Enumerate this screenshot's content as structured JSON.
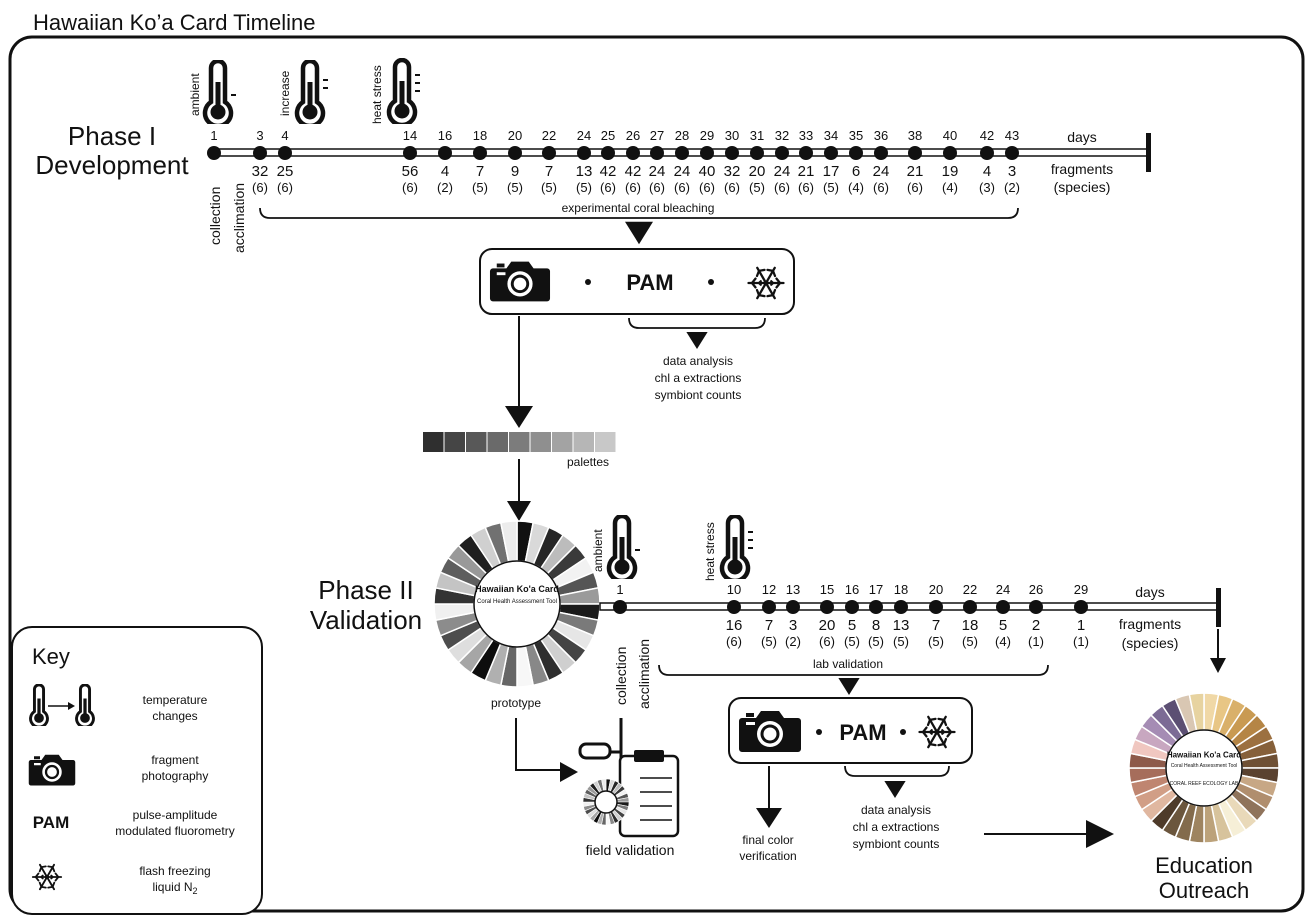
{
  "title": "Hawaiian Ko’a Card Timeline",
  "phase1": {
    "label_line1": "Phase I",
    "label_line2": "Development",
    "thermo_labels": [
      "ambient",
      "increase",
      "heat stress"
    ],
    "days_label": "days",
    "fragments_label": "fragments",
    "species_label": "(species)",
    "vertical_labels": [
      "collection",
      "acclimation"
    ],
    "days": [
      "1",
      "3",
      "4",
      "14",
      "16",
      "18",
      "20",
      "22",
      "24",
      "25",
      "26",
      "27",
      "28",
      "29",
      "30",
      "31",
      "32",
      "33",
      "34",
      "35",
      "36",
      "38",
      "40",
      "42",
      "43"
    ],
    "fragments": [
      "",
      "32",
      "25",
      "56",
      "4",
      "7",
      "9",
      "7",
      "13",
      "42",
      "42",
      "24",
      "24",
      "40",
      "32",
      "20",
      "24",
      "21",
      "17",
      "6",
      "24",
      "21",
      "19",
      "4",
      "3"
    ],
    "species": [
      "",
      "(6)",
      "(6)",
      "(6)",
      "(2)",
      "(5)",
      "(5)",
      "(5)",
      "(5)",
      "(6)",
      "(6)",
      "(6)",
      "(6)",
      "(6)",
      "(6)",
      "(5)",
      "(6)",
      "(6)",
      "(5)",
      "(4)",
      "(6)",
      "(6)",
      "(4)",
      "(3)",
      "(2)"
    ],
    "bracket_label": "experimental coral bleaching",
    "methods": {
      "pam": "PAM"
    },
    "analysis": [
      "data analysis",
      "chl a extractions",
      "symbiont counts"
    ],
    "palettes_label": "palettes",
    "palette_colors": [
      "#2f2f2f",
      "#454545",
      "#585858",
      "#6a6a6a",
      "#7c7c7c",
      "#8f8f8f",
      "#a3a3a3",
      "#b6b6b6",
      "#c8c8c8"
    ]
  },
  "phase2": {
    "label_line1": "Phase II",
    "label_line2": "Validation",
    "thermo_labels": [
      "ambient",
      "heat stress"
    ],
    "days_label": "days",
    "fragments_label": "fragments",
    "species_label": "(species)",
    "vertical_labels": [
      "collection",
      "acclimation"
    ],
    "days": [
      "1",
      "10",
      "12",
      "13",
      "15",
      "16",
      "17",
      "18",
      "20",
      "22",
      "24",
      "26",
      "29"
    ],
    "fragments": [
      "",
      "16",
      "7",
      "3",
      "20",
      "5",
      "8",
      "13",
      "7",
      "18",
      "5",
      "2",
      "1"
    ],
    "species": [
      "",
      "(6)",
      "(5)",
      "(2)",
      "(6)",
      "(5)",
      "(5)",
      "(5)",
      "(5)",
      "(5)",
      "(4)",
      "(1)",
      "(1)"
    ],
    "bracket_label": "lab validation",
    "methods": {
      "pam": "PAM"
    },
    "analysis": [
      "data analysis",
      "chl a extractions",
      "symbiont counts"
    ],
    "final_color": [
      "final color",
      "verification"
    ],
    "prototype_label": "prototype",
    "field_validation_label": "field validation"
  },
  "card": {
    "title": "Hawaiian Ko'a Card",
    "subtitle": "Coral Health Assessment Tool",
    "lab_text": "CORAL REEF ECOLOGY LAB",
    "proto_colors": [
      "#111111",
      "#d9d9d9",
      "#262626",
      "#bcbcbc",
      "#3a3a3a",
      "#f2f2f2",
      "#555555",
      "#9a9a9a",
      "#1a1a1a",
      "#7a7a7a",
      "#e6e6e6",
      "#444444",
      "#cfcfcf",
      "#2e2e2e",
      "#888888",
      "#f7f7f7",
      "#666666",
      "#b0b0b0",
      "#0d0d0d",
      "#a6a6a6",
      "#dedede",
      "#4d4d4d",
      "#8c8c8c",
      "#f0f0f0",
      "#333333",
      "#c4c4c4",
      "#5e5e5e",
      "#999999",
      "#1f1f1f",
      "#d0d0d0",
      "#717171",
      "#ececec"
    ],
    "final_colors": [
      "#f0d8a6",
      "#e8c685",
      "#d9b06a",
      "#c99a52",
      "#b58545",
      "#9c7040",
      "#86603a",
      "#6f5034",
      "#5a4230",
      "#c7a785",
      "#b08e6e",
      "#8f735b",
      "#e9d9b9",
      "#f6efd7",
      "#d7c39c",
      "#bca27a",
      "#9e8460",
      "#836b4c",
      "#6b563d",
      "#4e3b2a",
      "#e0b7a0",
      "#d19e86",
      "#bf8570",
      "#a66d5b",
      "#8d5a4a",
      "#f0c7c0",
      "#c8a7c0",
      "#a58cb4",
      "#7c6b95",
      "#5c4f73",
      "#d9c7b3",
      "#e7d3a0"
    ]
  },
  "education": {
    "line1": "Education",
    "line2": "Outreach"
  },
  "key": {
    "title": "Key",
    "items": [
      {
        "icon": "thermometer-change-icon",
        "lines": [
          "temperature",
          "changes"
        ]
      },
      {
        "icon": "camera-icon",
        "lines": [
          "fragment",
          "photography"
        ]
      },
      {
        "icon": "pam-text-icon",
        "symbol": "PAM",
        "lines": [
          "pulse-amplitude",
          "modulated fluorometry"
        ]
      },
      {
        "icon": "snowflake-icon",
        "lines": [
          "flash freezing",
          "liquid N2"
        ]
      }
    ]
  }
}
